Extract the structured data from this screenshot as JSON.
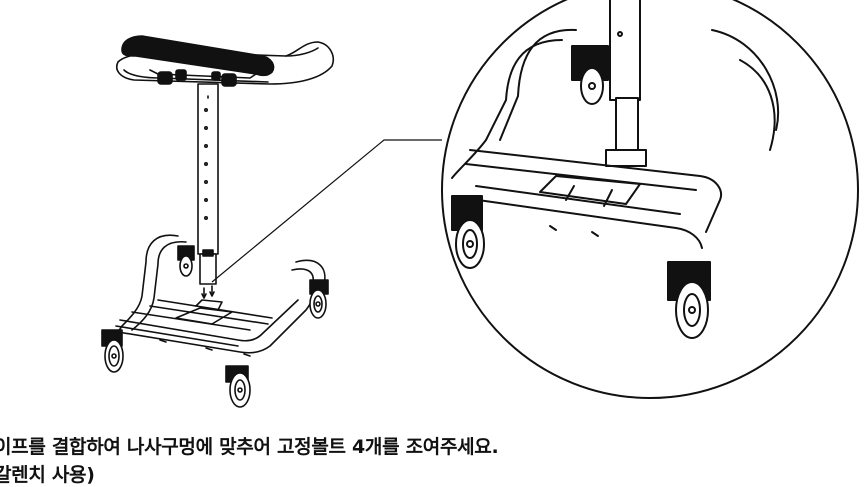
{
  "instructions": {
    "line1": "이프를 결합하여 나사구멍에 맞추어 고정볼트 4개를  조여주세요.",
    "line2": "갈렌치 사용)"
  },
  "colors": {
    "stroke": "#111111",
    "background": "#ffffff"
  },
  "icons": {
    "main": "walker-frame-illustration",
    "detail": "magnified-base-detail"
  }
}
